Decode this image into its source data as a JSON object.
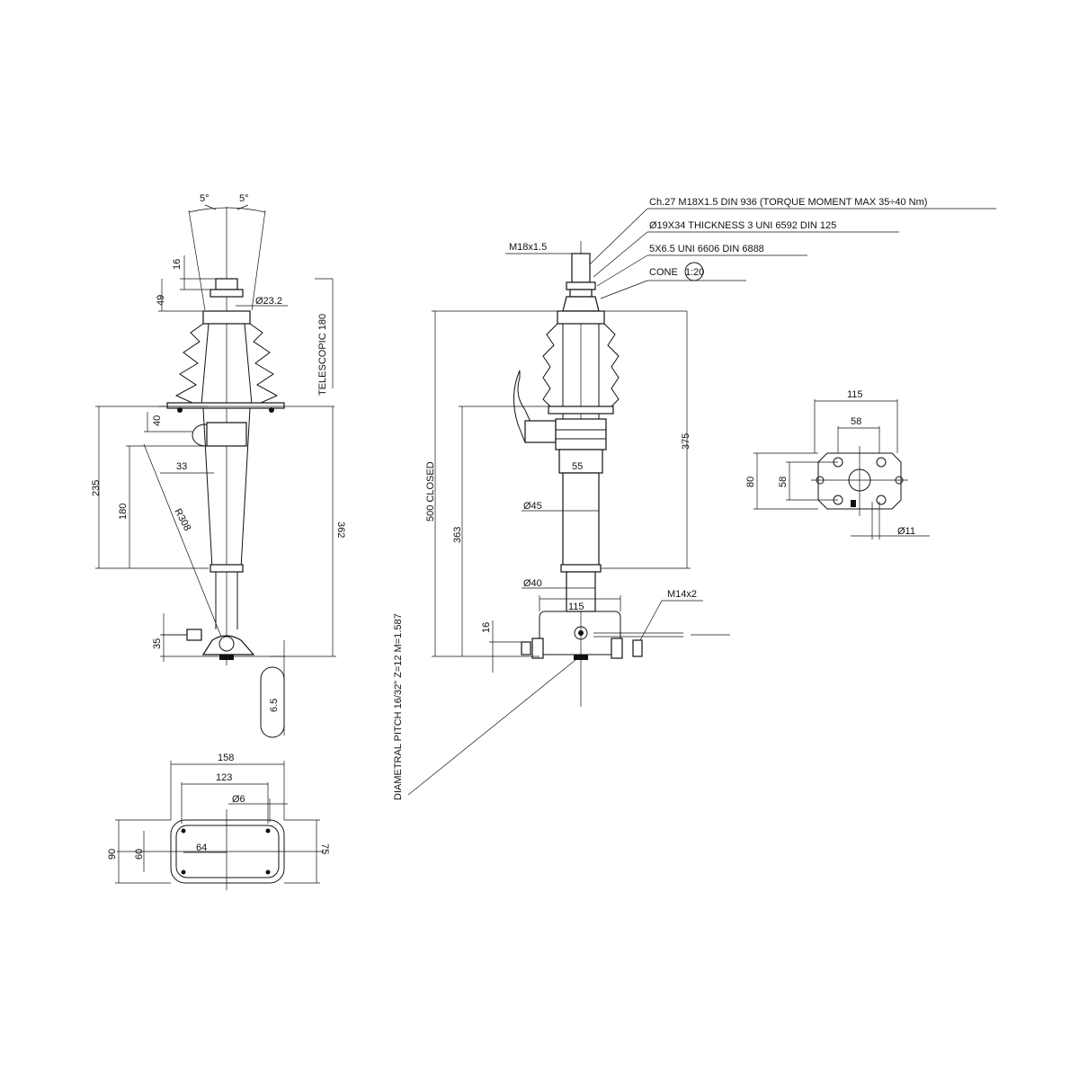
{
  "left_view": {
    "angle_left": "5°",
    "angle_right": "5°",
    "dim_16": "16",
    "dim_49": "49",
    "dim_dia232": "Ø23.2",
    "telescopic": "TELESCOPIC 180",
    "dim_40": "40",
    "dim_235": "235",
    "dim_33": "33",
    "dim_180": "180",
    "dim_r308": "R308",
    "dim_362": "362",
    "dim_35": "35",
    "dim_65": "6.5"
  },
  "base_view": {
    "dim_158": "158",
    "dim_123": "123",
    "dim_dia6": "Ø6",
    "dim_90": "90",
    "dim_60": "60",
    "dim_64": "64",
    "dim_75": "75"
  },
  "middle_view": {
    "callout_nut": "Ch.27 M18X1.5 DIN 936 (TORQUE MOMENT MAX 35÷40 Nm)",
    "callout_washer": "Ø19X34 THICKNESS 3 UNI 6592 DIN 125",
    "callout_key": "5X6.5 UNI 6606 DIN 6888",
    "callout_cone": "CONE",
    "callout_cone_ratio": "1:20",
    "thread_label": "M18x1.5",
    "dim_500": "500 CLOSED",
    "dim_375": "375",
    "dim_55": "55",
    "dim_dia45": "Ø45",
    "dim_363": "363",
    "dim_dia40": "Ø40",
    "dim_115": "115",
    "dim_m14": "M14x2",
    "dim_16": "16",
    "pitch_note": "DIAMETRAL PITCH 16/32\" Z=12 M=1.587"
  },
  "flange_view": {
    "dim_115": "115",
    "dim_58_h": "58",
    "dim_80": "80",
    "dim_58_v": "58",
    "dim_dia11": "Ø11"
  }
}
